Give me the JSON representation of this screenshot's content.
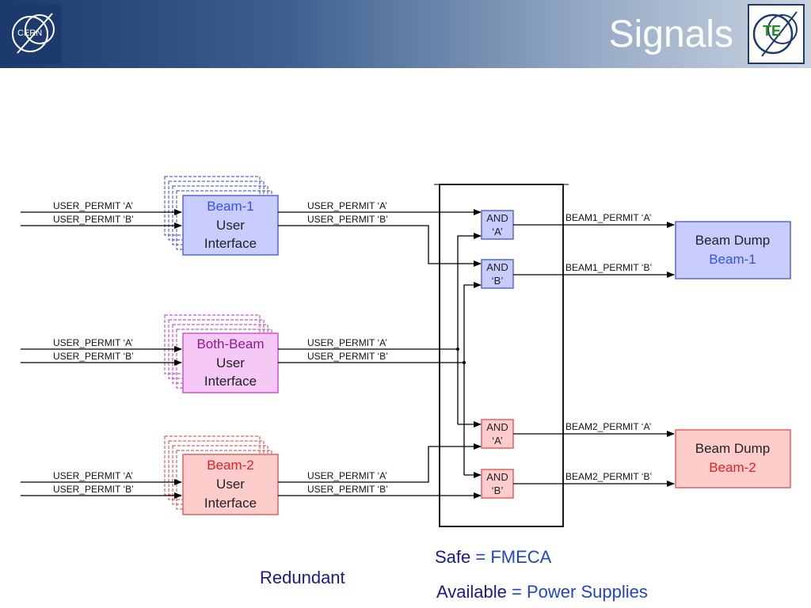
{
  "header": {
    "title": "Signals",
    "cern_logo_text": "CERN",
    "te_logo_text": "TE"
  },
  "inputs": {
    "permit_a": "USER_PERMIT ‘A’",
    "permit_b": "USER_PERMIT ‘B’"
  },
  "user_interfaces": [
    {
      "line1": "Beam-1",
      "line2": "User",
      "line3": "Interface",
      "accent": "#3355dd",
      "fill": "#c8ccff",
      "stroke": "#5566dd"
    },
    {
      "line1": "Both-Beam",
      "line2": "User",
      "line3": "Interface",
      "accent": "#8a1c8a",
      "fill": "#f5c8f5",
      "stroke": "#cc55cc"
    },
    {
      "line1": "Beam-2",
      "line2": "User",
      "line3": "Interface",
      "accent": "#dd2222",
      "fill": "#ffcccc",
      "stroke": "#e06060"
    }
  ],
  "and_gates": [
    {
      "line1": "AND",
      "line2": "‘A’"
    },
    {
      "line1": "AND",
      "line2": "‘B’"
    },
    {
      "line1": "AND",
      "line2": "‘A’"
    },
    {
      "line1": "AND",
      "line2": "‘B’"
    }
  ],
  "outputs": [
    "BEAM1_PERMIT ‘A’",
    "BEAM1_PERMIT ‘B’",
    "BEAM2_PERMIT ‘A’",
    "BEAM2_PERMIT ‘B’"
  ],
  "beam_dumps": [
    {
      "line1": "Beam Dump",
      "line2": "Beam-1"
    },
    {
      "line1": "Beam Dump",
      "line2": "Beam-2"
    }
  ],
  "footer": {
    "redundant": "Redundant",
    "safe": "Safe",
    "safe_eq": "= FMECA",
    "available": "Available",
    "available_eq": "= Power Supplies"
  },
  "colors": {
    "navy": "#1a1a8c",
    "blue": "#2244cc"
  }
}
